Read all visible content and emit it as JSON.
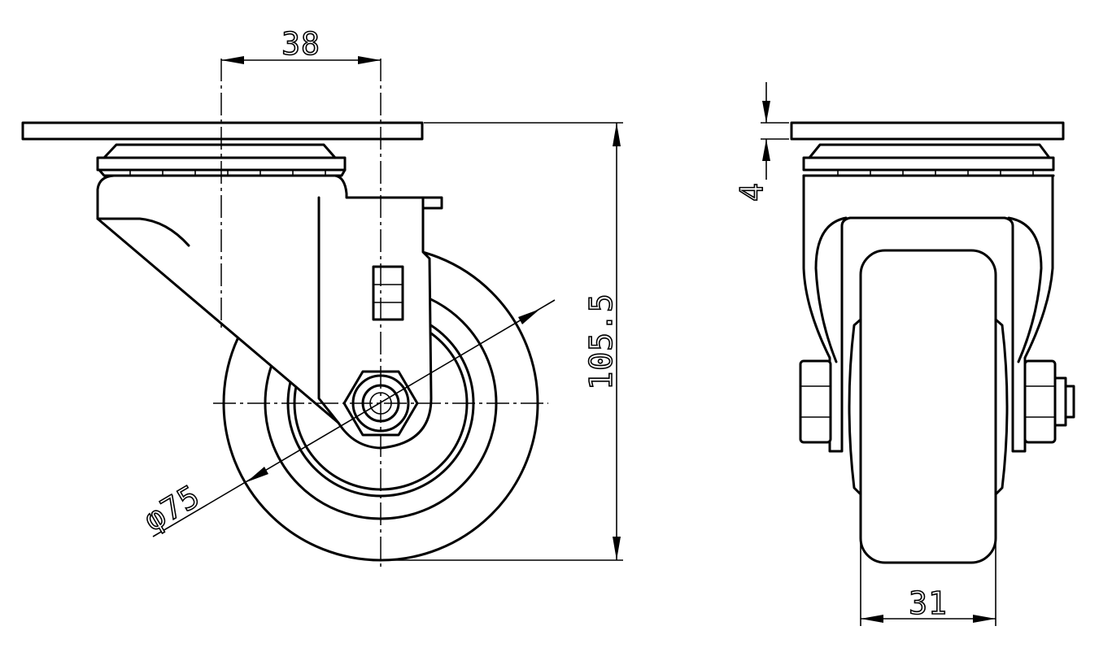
{
  "drawing": {
    "side_view": {
      "dim_offset": "38",
      "dim_wheel_diameter": "φ75",
      "dim_total_height": "105.5"
    },
    "front_view": {
      "dim_plate_thickness": "4",
      "dim_wheel_width": "31"
    }
  }
}
